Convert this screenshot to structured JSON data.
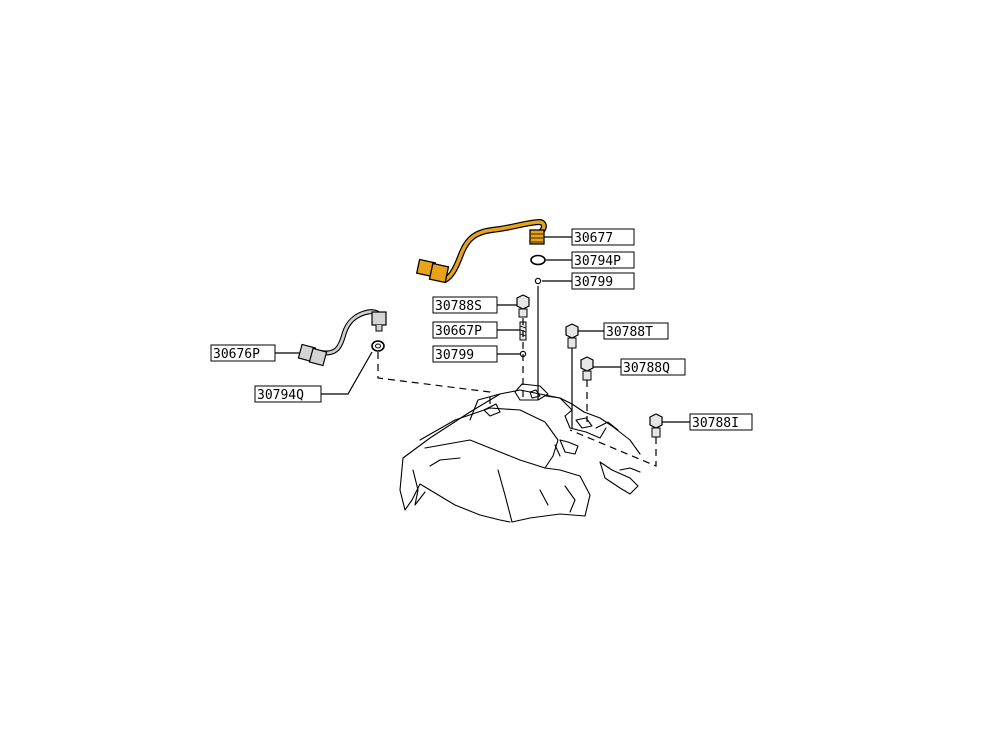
{
  "diagram": {
    "highlight_color": "#E8A317",
    "line_color": "#000000",
    "parts": [
      {
        "id": "p30677",
        "label": "30677"
      },
      {
        "id": "p30794P",
        "label": "30794P"
      },
      {
        "id": "p30799a",
        "label": "30799"
      },
      {
        "id": "p30788S",
        "label": "30788S"
      },
      {
        "id": "p30667P",
        "label": "30667P"
      },
      {
        "id": "p30799b",
        "label": "30799"
      },
      {
        "id": "p30676P",
        "label": "30676P"
      },
      {
        "id": "p30794Q",
        "label": "30794Q"
      },
      {
        "id": "p30788T",
        "label": "30788T"
      },
      {
        "id": "p30788Q",
        "label": "30788Q"
      },
      {
        "id": "p30788I",
        "label": "30788I"
      }
    ]
  }
}
